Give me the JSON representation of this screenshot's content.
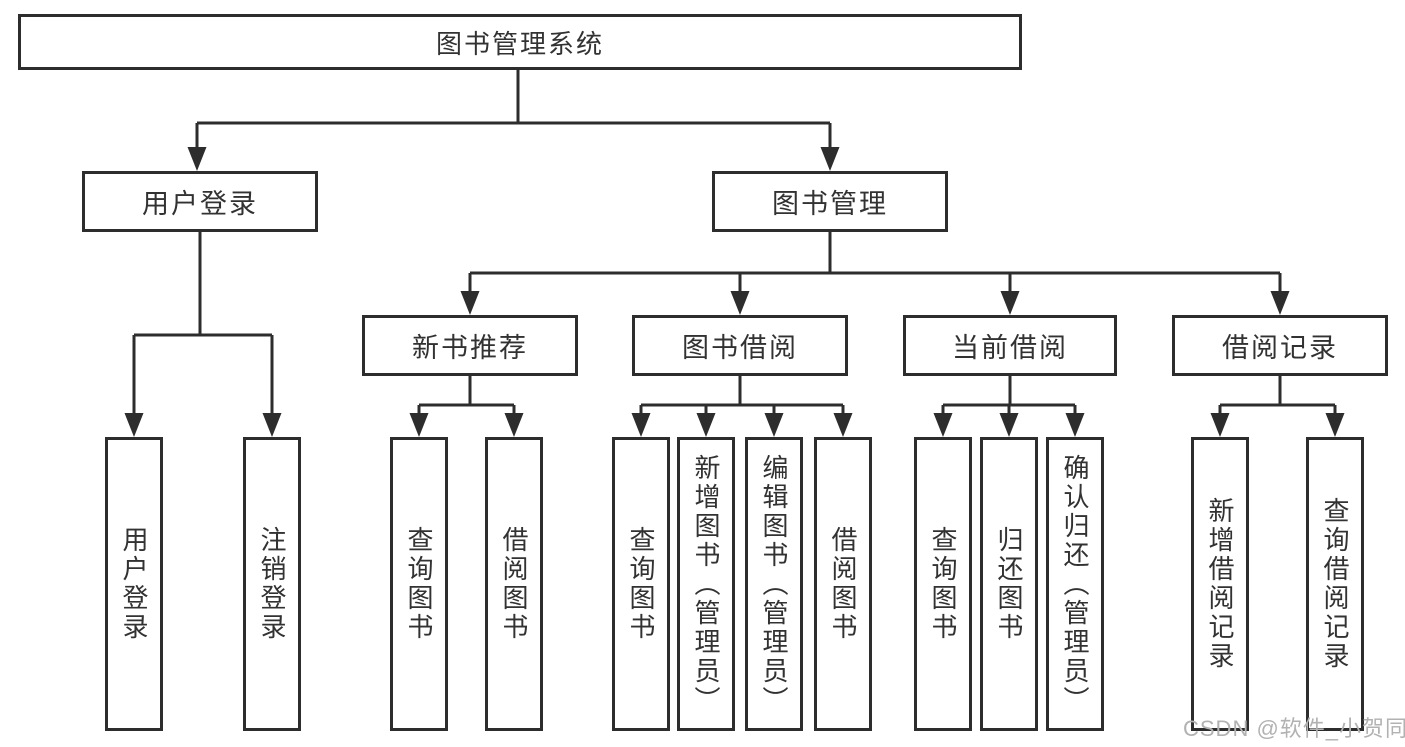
{
  "tree": {
    "label": "图书管理系统",
    "children": [
      {
        "label": "用户登录",
        "children": [
          {
            "label": "用户登录"
          },
          {
            "label": "注销登录"
          }
        ]
      },
      {
        "label": "图书管理",
        "children": [
          {
            "label": "新书推荐",
            "children": [
              {
                "label": "查询图书"
              },
              {
                "label": "借阅图书"
              }
            ]
          },
          {
            "label": "图书借阅",
            "children": [
              {
                "label": "查询图书"
              },
              {
                "label": "新增图书（管理员）"
              },
              {
                "label": "编辑图书（管理员）"
              },
              {
                "label": "借阅图书"
              }
            ]
          },
          {
            "label": "当前借阅",
            "children": [
              {
                "label": "查询图书"
              },
              {
                "label": "归还图书"
              },
              {
                "label": "确认归还（管理员）"
              }
            ]
          },
          {
            "label": "借阅记录",
            "children": [
              {
                "label": "新增借阅记录"
              },
              {
                "label": "查询借阅记录"
              }
            ]
          }
        ]
      }
    ]
  },
  "watermark": {
    "text": "CSDN @软件_小贺同学"
  },
  "colors": {
    "line": "#2d2d2d",
    "box_border": "#2d2d2d",
    "box_background": "#ffffff",
    "text": "#323232",
    "watermark": "#b2b2b2",
    "background": "#ffffff"
  }
}
